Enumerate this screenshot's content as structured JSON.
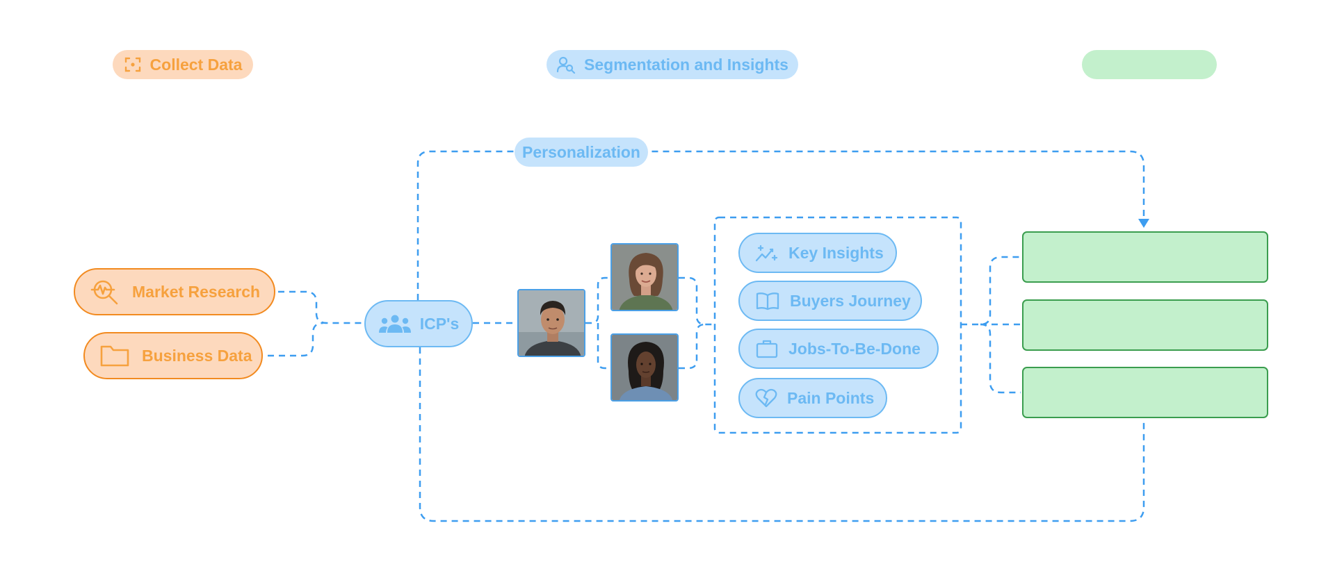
{
  "phases": {
    "collect": "Collect Data",
    "segmentation": "Segmentation and Insights",
    "output": ""
  },
  "sources": [
    {
      "label": "Market Research",
      "icon": "market-research-icon"
    },
    {
      "label": "Business Data",
      "icon": "folder-icon"
    }
  ],
  "hub": {
    "label": "ICP's",
    "icon": "group-icon"
  },
  "personalization_label": "Personalization",
  "personas": [
    {
      "name": "persona-man",
      "icon": "portrait-man"
    },
    {
      "name": "persona-woman-older",
      "icon": "portrait-woman-older"
    },
    {
      "name": "persona-woman-younger",
      "icon": "portrait-woman-younger"
    }
  ],
  "insights": [
    {
      "label": "Key Insights",
      "icon": "sparkle-trend-icon"
    },
    {
      "label": "Buyers Journey",
      "icon": "book-icon"
    },
    {
      "label": "Jobs-To-Be-Done",
      "icon": "briefcase-icon"
    },
    {
      "label": "Pain Points",
      "icon": "broken-heart-icon"
    }
  ],
  "outputs": [
    "",
    "",
    ""
  ],
  "colors": {
    "orange_fill": "#fdd9bd",
    "orange_text": "#f6a13e",
    "orange_border": "#f28a1f",
    "blue_fill": "#c5e3fc",
    "blue_text": "#6cb9f3",
    "connector_blue": "#3d9df0",
    "green_fill": "#c3f0cc",
    "green_border": "#3a9d4e"
  }
}
